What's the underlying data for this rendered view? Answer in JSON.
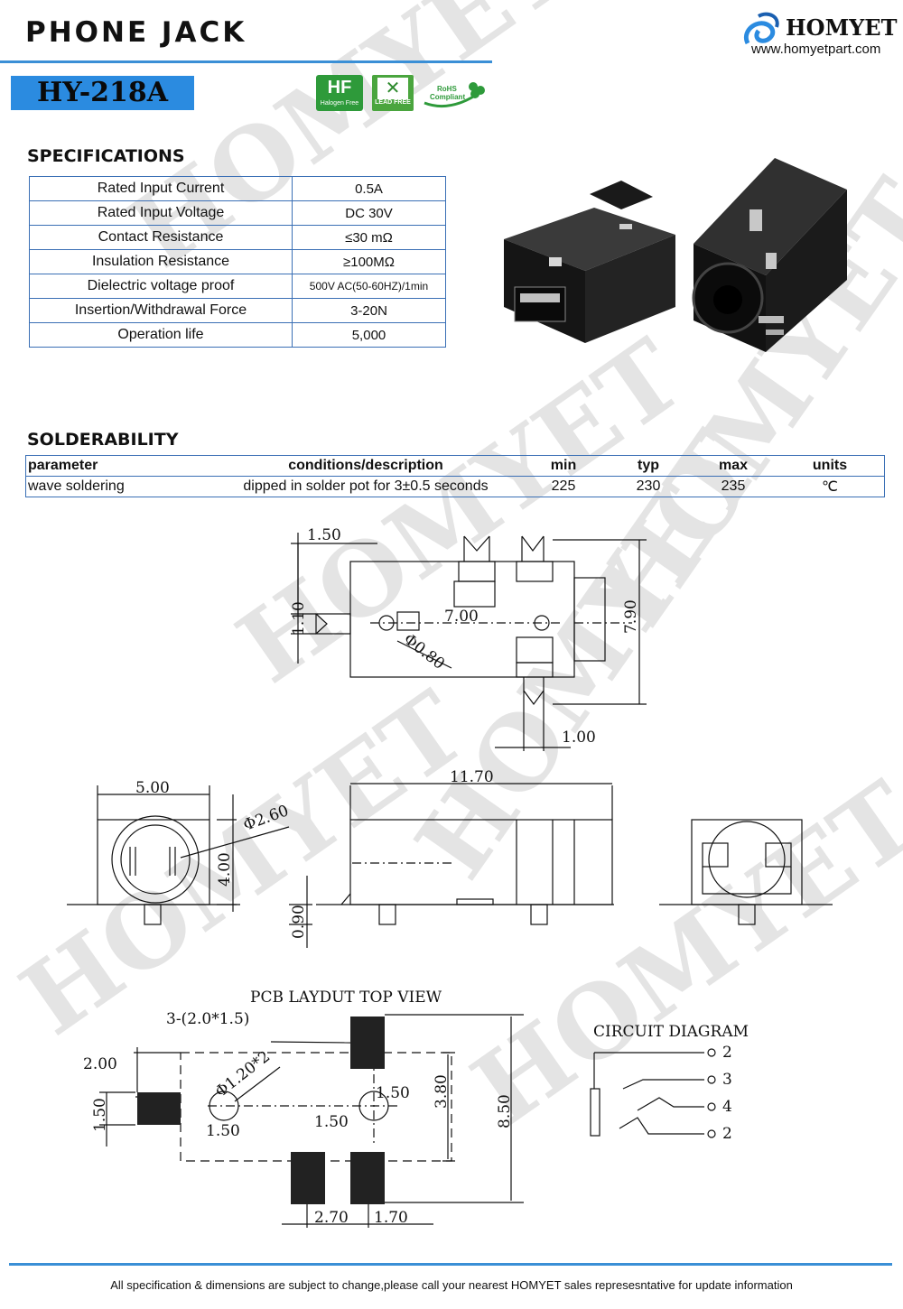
{
  "header": {
    "title": "PHONE JACK",
    "brand_name": "HOMYET",
    "brand_url": "www.homyetpart.com",
    "model": "HY-218A",
    "accent_color": "#2b8be0"
  },
  "badges": {
    "halogen": "Halogen Free",
    "lead": "LEAD FREE",
    "rohs_top": "RoHS",
    "rohs_bottom": "Compliant"
  },
  "watermark_text": "HOMYET",
  "specifications": {
    "heading": "SPECIFICATIONS",
    "rows": [
      {
        "name": "Rated Input Current",
        "value": "0.5A"
      },
      {
        "name": "Rated Input Voltage",
        "value": "DC  30V"
      },
      {
        "name": "Contact Resistance",
        "value": "≤30  mΩ"
      },
      {
        "name": "Insulation Resistance",
        "value": "≥100MΩ"
      },
      {
        "name": "Dielectric voltage proof",
        "value": "500V AC(50-60HZ)/1min"
      },
      {
        "name": "Insertion/Withdrawal Force",
        "value": "3-20N"
      },
      {
        "name": "Operation life",
        "value": "5,000"
      }
    ]
  },
  "solderability": {
    "heading": "SOLDERABILITY",
    "headers": [
      "parameter",
      "conditions/description",
      "min",
      "typ",
      "max",
      "units"
    ],
    "row": [
      "wave soldering",
      "dipped in solder pot for 3±0.5 seconds",
      "225",
      "230",
      "235",
      "℃"
    ]
  },
  "drawings": {
    "top": {
      "d1": "1.50",
      "d2": "1.10",
      "d3": "7.00",
      "d4": "Φ0.80",
      "d5": "7.90",
      "d6": "1.00"
    },
    "front": {
      "width": "5.00",
      "dia": "Φ2.60",
      "height": "4.00"
    },
    "side": {
      "length": "11.70",
      "offset": "0.90"
    },
    "pcb": {
      "title": "PCB LAYDUT TOP VIEW",
      "pads": "3-(2.0*1.5)",
      "holes": "Φ1.20*2",
      "d_200": "2.00",
      "d_150a": "1.50",
      "d_150b": "1.50",
      "d_150c": "1.50",
      "d_150d": "1.50",
      "d_380": "3.80",
      "d_850": "8.50",
      "d_270": "2.70",
      "d_170": "1.70"
    },
    "circuit": {
      "title": "CIRCUIT DIAGRAM",
      "pins": [
        "2",
        "3",
        "4",
        "2"
      ]
    }
  },
  "footer": "All specification & dimensions are subject to change,please call your nearest HOMYET sales represesntative for update information"
}
